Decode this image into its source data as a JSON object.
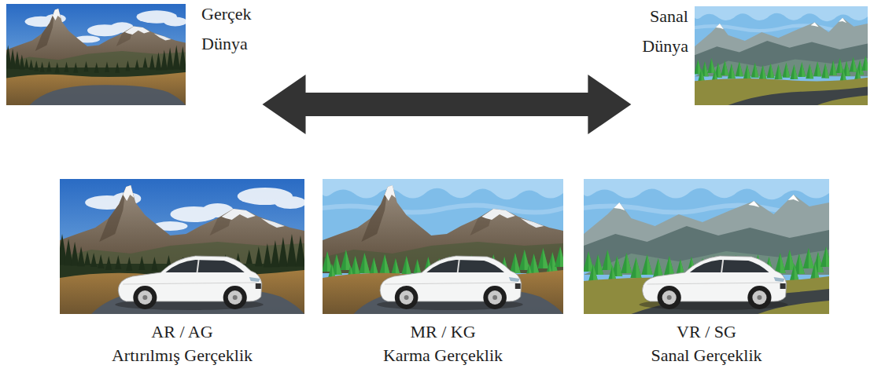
{
  "diagram": {
    "nodes": [
      {
        "text": [
          "Gerçek Dünya"
        ]
      },
      {
        "text": [
          "Sanal Dünya"
        ]
      },
      {
        "text": [
          "AR / AG",
          "Artırılmış Gerçeklik"
        ]
      },
      {
        "text": [
          "MR / KG",
          "Karma Gerçeklik"
        ]
      },
      {
        "text": [
          "VR / SG",
          "Sanal Gerçeklik"
        ]
      }
    ],
    "edges": [
      {
        "from": 0,
        "to": 1,
        "arrow": "both"
      }
    ]
  }
}
